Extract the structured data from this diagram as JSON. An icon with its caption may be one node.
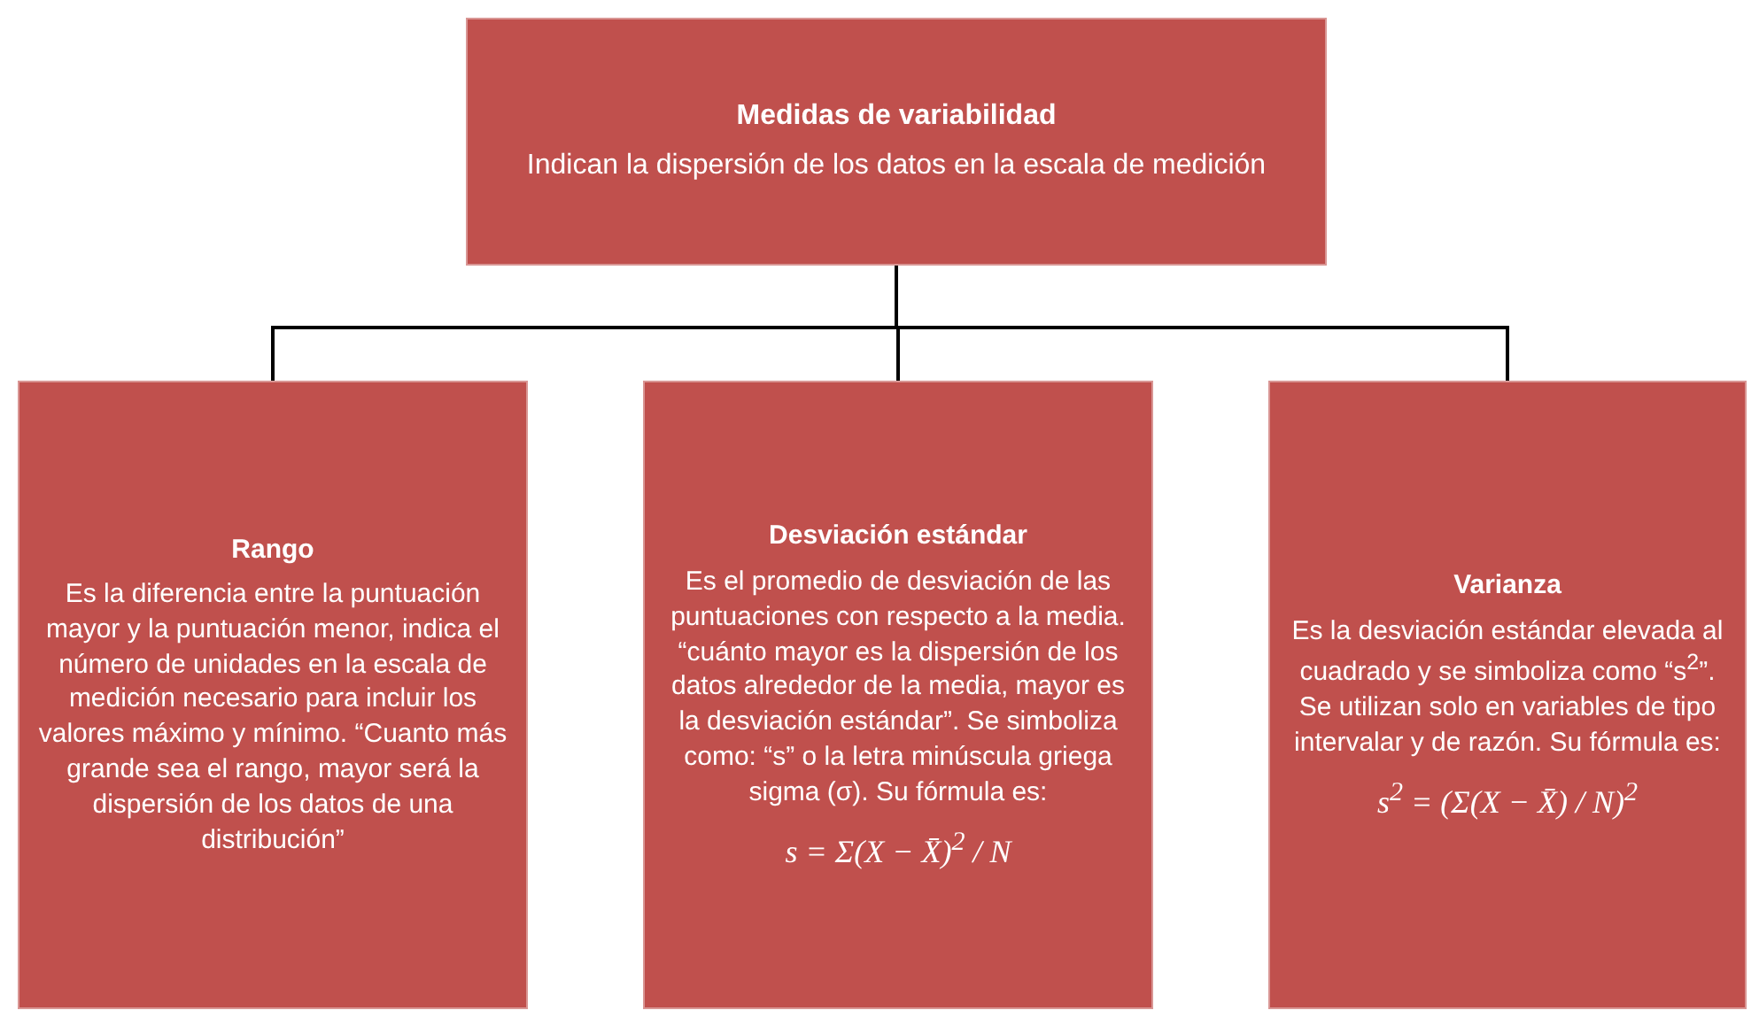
{
  "diagram": {
    "nodes": [
      {
        "text": [
          "Medidas de variabilidad",
          "Indican la dispersión de los datos en la escala de medición"
        ]
      },
      {
        "text": [
          "Rango",
          "Es la diferencia entre la puntuación mayor y la puntuación menor, indica el número de unidades en la escala de medición necesario para incluir los valores máximo y mínimo. “Cuanto más grande sea el rango, mayor será la dispersión de los datos de una distribución”"
        ]
      },
      {
        "text": [
          "Desviación estándar",
          "Es el promedio de desviación de las puntuaciones con respecto a la media. “cuánto mayor es la dispersión de los datos alrededor de la media, mayor es la desviación estándar”. Se simboliza como: “s” o la letra minúscula griega sigma (σ). Su fórmula es:",
          "s = Σ(X − X̄)$^{2}$ / N"
        ]
      },
      {
        "text": [
          "Varianza",
          "Es la desviación estándar elevada al cuadrado y se simboliza como “s$^{2}$”. Se utilizan solo en variables de tipo intervalar y de razón. Su fórmula es:",
          "s$^{2}$ = (Σ(X − X̄) / N)$^{2}$"
        ]
      }
    ],
    "edges": [
      {
        "from": 0,
        "to": 1,
        "arrow": "none"
      },
      {
        "from": 0,
        "to": 2,
        "arrow": "none"
      },
      {
        "from": 0,
        "to": 3,
        "arrow": "none"
      }
    ]
  }
}
